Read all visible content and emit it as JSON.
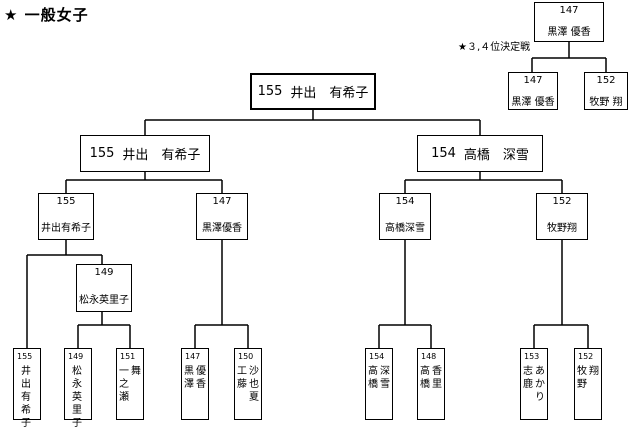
{
  "title": "★ 一般女子",
  "third_place_note": "★３,４位決定戦",
  "third_place": {
    "winner": {
      "num": "147",
      "name": "黒澤 優香"
    },
    "left": {
      "num": "147",
      "name": "黒澤 優香"
    },
    "right": {
      "num": "152",
      "name": "牧野 翔"
    }
  },
  "champion": {
    "num": "155",
    "name": "井出　有希子"
  },
  "semifinal": {
    "left": {
      "num": "155",
      "name": "井出　有希子"
    },
    "right": {
      "num": "154",
      "name": "高橋　深雪"
    }
  },
  "quarterfinal": [
    {
      "num": "155",
      "name": "井出有希子"
    },
    {
      "num": "147",
      "name": "黒澤優香"
    },
    {
      "num": "154",
      "name": "高橋深雪"
    },
    {
      "num": "152",
      "name": "牧野翔"
    }
  ],
  "round1_winner": {
    "num": "149",
    "name": "松永英里子"
  },
  "leaves": [
    {
      "num": "155",
      "col1": "井出有希子",
      "col2": ""
    },
    {
      "num": "149",
      "col1": "松永英里子",
      "col2": ""
    },
    {
      "num": "151",
      "col1": "一之瀬",
      "col2": "舞"
    },
    {
      "num": "147",
      "col1": "黒澤",
      "col2": "優香"
    },
    {
      "num": "150",
      "col1": "工藤",
      "col2": "沙也夏"
    },
    {
      "num": "154",
      "col1": "高橋",
      "col2": "深雪"
    },
    {
      "num": "148",
      "col1": "高橋",
      "col2": "香里"
    },
    {
      "num": "153",
      "col1": "志鹿",
      "col2": "あかり"
    },
    {
      "num": "152",
      "col1": "牧野",
      "col2": "翔"
    }
  ]
}
